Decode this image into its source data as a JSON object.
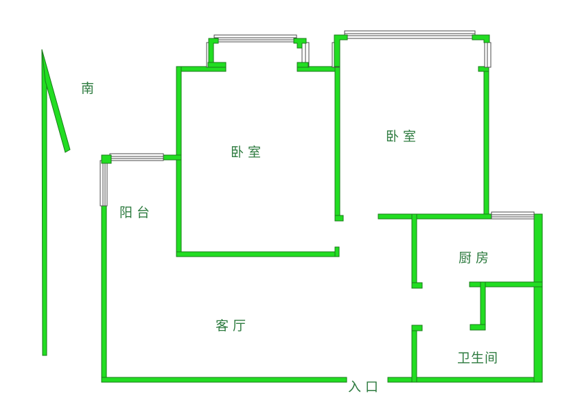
{
  "compass": {
    "label": "南"
  },
  "rooms": {
    "bedroom_left": "卧室",
    "bedroom_right": "卧室",
    "balcony": "阳台",
    "kitchen": "厨房",
    "living_room": "客厅",
    "bathroom": "卫生间",
    "entrance": "入口"
  },
  "colors": {
    "wall": "#22dd22",
    "wall_edge": "#1a7a1a",
    "label": "#2c7a3e",
    "window": "#4a4a4a"
  }
}
